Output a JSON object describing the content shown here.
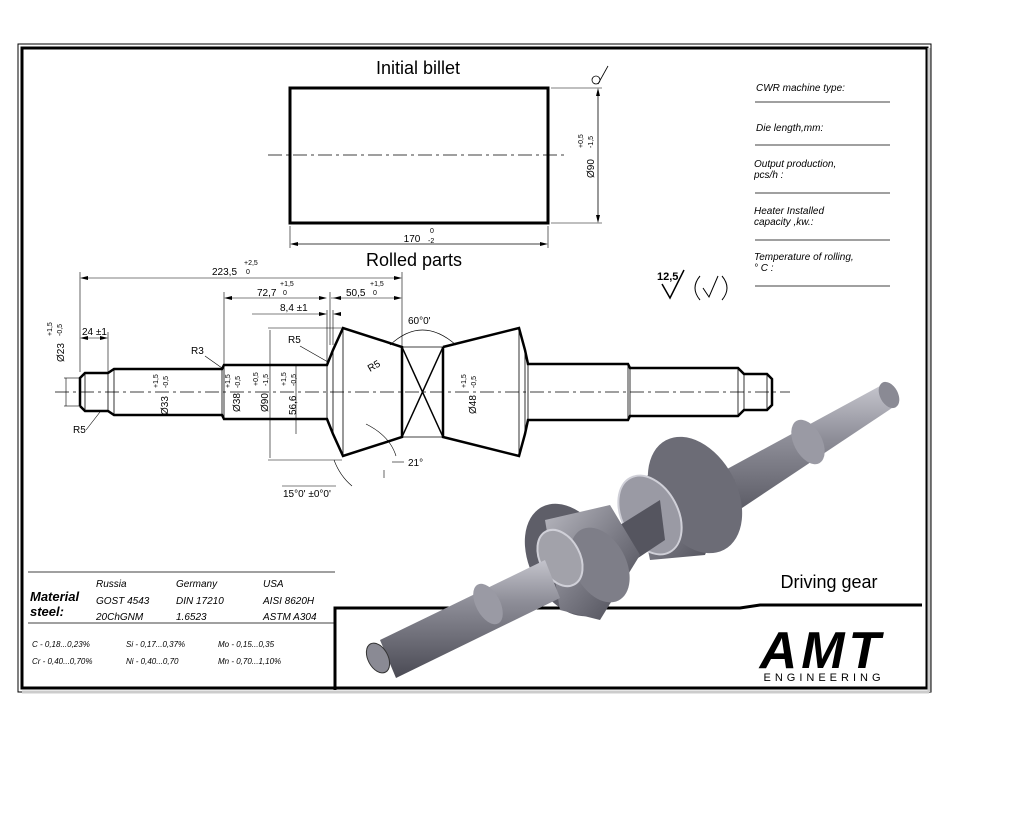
{
  "titles": {
    "billet": "Initial billet",
    "rolled": "Rolled parts",
    "gear": "Driving gear"
  },
  "billet_dims": {
    "length": "170",
    "length_tol_upper": "0",
    "length_tol_lower": "-2",
    "diameter": "Ø90",
    "dia_tol_upper": "+0,5",
    "dia_tol_lower": "-1,5"
  },
  "part_dims": {
    "total_len": "223,5",
    "total_len_up": "+2,5",
    "total_len_lo": "0",
    "len_72": "72,7",
    "len_72_up": "+1,5",
    "len_72_lo": "0",
    "len_50": "50,5",
    "len_50_up": "+1,5",
    "len_50_lo": "0",
    "len_8": "8,4 ±1",
    "len_24": "24 ±1",
    "angle_60": "60°0'",
    "angle_21": "21°",
    "angle_15": "15°0' ±0°0'",
    "r3": "R3",
    "r5_a": "R5",
    "r5_b": "R5",
    "r5_c": "R5",
    "d23": "Ø23",
    "d23_up": "+1,5",
    "d23_lo": "-0,5",
    "d33": "Ø33",
    "d33_up": "+1,5",
    "d33_lo": "-0,5",
    "d38": "Ø38",
    "d38_up": "+1,5",
    "d38_lo": "-0,5",
    "d90": "Ø90",
    "d90_up": "+0,5",
    "d90_lo": "-1,5",
    "d56": "56,6",
    "d56_up": "+1,5",
    "d56_lo": "-0,5",
    "d48": "Ø48",
    "d48_up": "+1,5",
    "d48_lo": "-0,5"
  },
  "roughness": "12,5",
  "specs": [
    {
      "label": "CWR machine type:"
    },
    {
      "label": "Die length,mm:"
    },
    {
      "label": "Output production, pcs/h :"
    },
    {
      "label": "Heater Installed capacity ,kw.:"
    },
    {
      "label": "Temperature of rolling, ° C :"
    }
  ],
  "material": {
    "label": "Material steel:",
    "countries": [
      "Russia",
      "Germany",
      "USA"
    ],
    "rows": [
      [
        "GOST 4543",
        "DIN 17210",
        "AISI 8620H"
      ],
      [
        "20ChGNM",
        "1.6523",
        "ASTM A304"
      ]
    ],
    "chem_row1": [
      "C - 0,18...0,23%",
      "Si - 0,17...0,37%",
      "Mo - 0,15...0,35"
    ],
    "chem_row2": [
      "Cr - 0,40...0,70%",
      "Ni - 0,40...0,70",
      "Mn - 0,70...1,10%"
    ]
  },
  "logo": {
    "main": "AMT",
    "sub": "ENGINEERING"
  },
  "colors": {
    "ink": "#000000",
    "metal_dark": "#5c5c66",
    "metal_light": "#b4b4bd"
  }
}
